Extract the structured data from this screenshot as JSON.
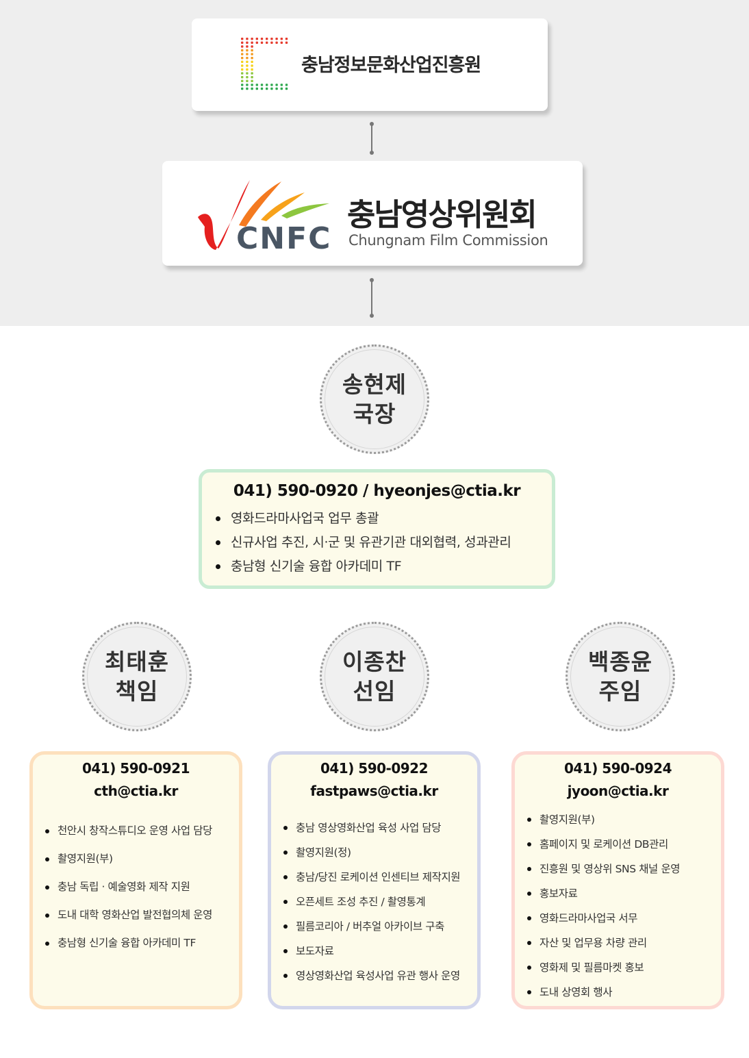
{
  "header": {
    "parent_org": {
      "name": "충남정보문화산업진흥원",
      "logo_icon": "ctia-dot-grid-icon",
      "logo_colors": [
        "#e63c2e",
        "#f39a1e",
        "#f6d21c",
        "#8cc63f",
        "#2fa84f"
      ]
    },
    "commission": {
      "name_kor": "충남영상위원회",
      "abbr": "CNFC",
      "name_eng": "Chungnam Film Commission",
      "logo_icon": "cnfc-brush-stroke-icon",
      "logo_colors": [
        "#e5201f",
        "#f47a20",
        "#f7a21b",
        "#8dc63f",
        "#4a5664"
      ]
    }
  },
  "director": {
    "name": "송현제",
    "title": "국장",
    "contact": "041) 590-0920 / hyeonjes@ctia.kr",
    "duties": [
      "영화드라마사업국 업무 총괄",
      "신규사업 추진, 시·군 및 유관기관 대외협력, 성과관리",
      "충남형 신기술 융합 아카데미 TF"
    ]
  },
  "staff": [
    {
      "name": "최태훈",
      "title": "책임",
      "phone": "041) 590-0921",
      "email": "cth@ctia.kr",
      "duties": [
        "천안시 창작스튜디오 운영 사업 담당",
        "촬영지원(부)",
        "충남 독립 · 예술영화 제작 지원",
        "도내 대학 영화산업 발전협의체 운영",
        "충남형 신기술 융합 아카데미 TF"
      ]
    },
    {
      "name": "이종찬",
      "title": "선임",
      "phone": "041) 590-0922",
      "email": "fastpaws@ctia.kr",
      "duties": [
        "충남 영상영화산업 육성 사업 담당",
        "촬영지원(정)",
        "충남/당진 로케이션 인센티브 제작지원",
        "오픈세트 조성 추진 / 촬영통계",
        "필름코리아 / 버추얼 아카이브 구축",
        "보도자료",
        "영상영화산업 육성사업 유관 행사 운영"
      ]
    },
    {
      "name": "백종윤",
      "title": "주임",
      "phone": "041) 590-0924",
      "email": "jyoon@ctia.kr",
      "duties": [
        "촬영지원(부)",
        "홈페이지 및 로케이션 DB관리",
        "진흥원 및 영상위 SNS 채널 운영",
        "홍보자료",
        "영화드라마사업국 서무",
        "자산 및 업무용 차량 관리",
        "영화제 및 필름마켓 홍보",
        "도내 상영회 행사"
      ]
    }
  ],
  "colors": {
    "top_band": "#eeeeee",
    "box_fill": "#fdfbea",
    "director_border": "#c9ecd3",
    "staff_borders": [
      "#fde0bd",
      "#d2d6ec",
      "#fdd9d3"
    ]
  }
}
